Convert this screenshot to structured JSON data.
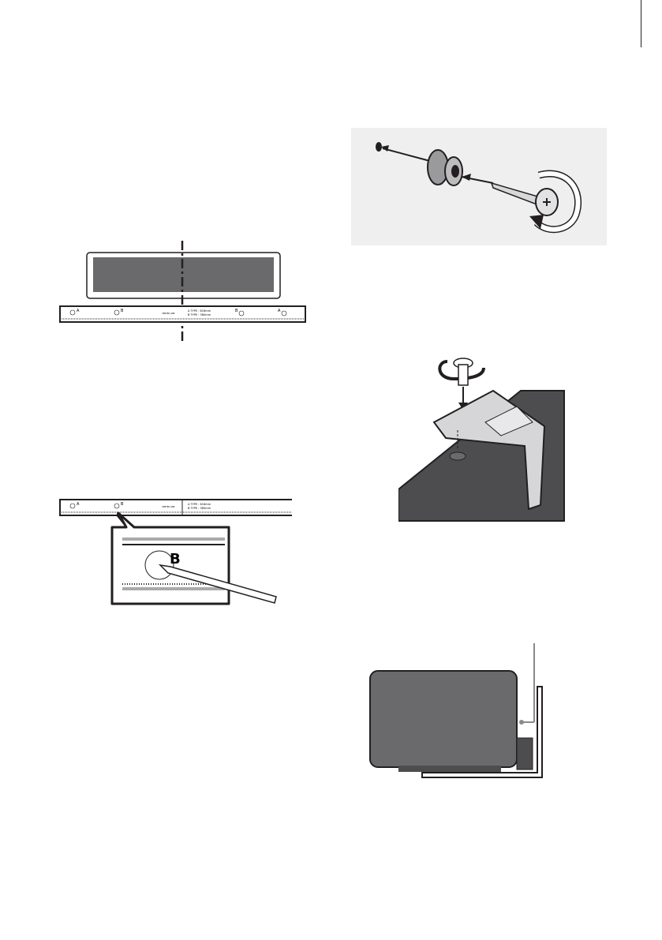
{
  "template": {
    "mark_a": "A",
    "mark_b": "B",
    "center_line": "CENTER LINE",
    "a_type": "A TYPE : 616mm",
    "b_type": "B TYPE : 360mm"
  },
  "magnifier": {
    "label": "B"
  },
  "colors": {
    "panel_gray": "#6a6a6c",
    "box_bg": "#efeff0",
    "outline": "#231f20"
  }
}
